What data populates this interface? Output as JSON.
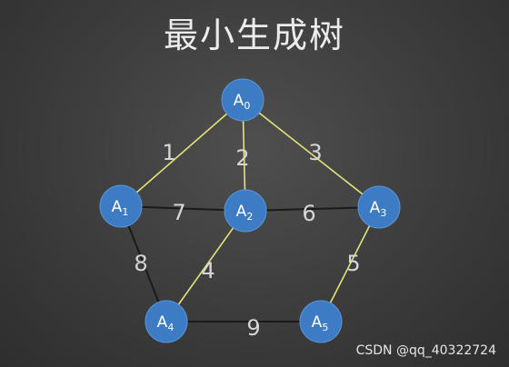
{
  "slide": {
    "title": "最小生成树",
    "watermark": "CSDN @qq_40322724"
  },
  "colors": {
    "node_fill": "#3d7cc4",
    "node_stroke": "#5b97d8",
    "mst_edge": "#e3e37a",
    "other_edge": "#1a1a1a"
  },
  "graph": {
    "nodes": [
      {
        "id": "A0",
        "letter": "A",
        "sub": "0"
      },
      {
        "id": "A1",
        "letter": "A",
        "sub": "1"
      },
      {
        "id": "A2",
        "letter": "A",
        "sub": "2"
      },
      {
        "id": "A3",
        "letter": "A",
        "sub": "3"
      },
      {
        "id": "A4",
        "letter": "A",
        "sub": "4"
      },
      {
        "id": "A5",
        "letter": "A",
        "sub": "5"
      }
    ],
    "edges": [
      {
        "from": "A0",
        "to": "A1",
        "weight": "1",
        "in_mst": true
      },
      {
        "from": "A0",
        "to": "A2",
        "weight": "2",
        "in_mst": true
      },
      {
        "from": "A0",
        "to": "A3",
        "weight": "3",
        "in_mst": true
      },
      {
        "from": "A1",
        "to": "A2",
        "weight": "7",
        "in_mst": false
      },
      {
        "from": "A2",
        "to": "A3",
        "weight": "6",
        "in_mst": false
      },
      {
        "from": "A1",
        "to": "A4",
        "weight": "8",
        "in_mst": false
      },
      {
        "from": "A2",
        "to": "A4",
        "weight": "4",
        "in_mst": true
      },
      {
        "from": "A3",
        "to": "A5",
        "weight": "5",
        "in_mst": true
      },
      {
        "from": "A4",
        "to": "A5",
        "weight": "9",
        "in_mst": false
      }
    ]
  }
}
